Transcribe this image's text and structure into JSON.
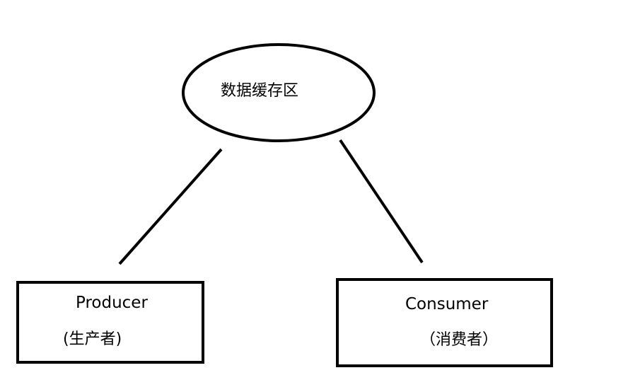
{
  "diagram": {
    "buffer": {
      "label": "数据缓存区"
    },
    "producer": {
      "name": "Producer",
      "subtitle": "(生产者)"
    },
    "consumer": {
      "name": "Consumer",
      "subtitle": "（消费者）"
    },
    "colors": {
      "stroke": "#000000",
      "background": "#ffffff"
    }
  }
}
